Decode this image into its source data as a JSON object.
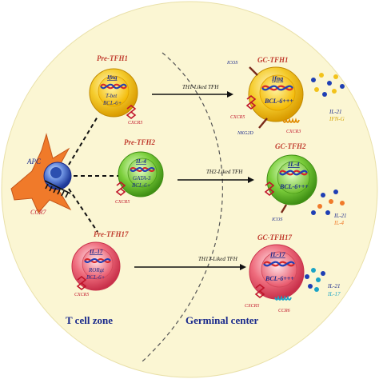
{
  "labels": {
    "apc": "APC",
    "ccr7": "CCR7",
    "t_cell_zone": "T cell zone",
    "germinal_center": "Germinal center",
    "icos": "ICOS",
    "nkg2d": "NKG2D",
    "cxcr3": "CXCR3",
    "cxcr5": "CXCR5",
    "ccr6": "CCR6"
  },
  "pre_cells": [
    {
      "name": "Pre-TFH1",
      "cytokine": "Ifng",
      "tf": "T-bet",
      "bcl": "BCL-6+",
      "color": "#f2c21a"
    },
    {
      "name": "Pre-TFH2",
      "cytokine": "IL-4",
      "tf": "GATA-3",
      "bcl": "BCL-6+",
      "color": "#7ccf3c"
    },
    {
      "name": "Pre-TFH17",
      "cytokine": "IL-17",
      "tf": "RORgt",
      "bcl": "BCL-6+",
      "color": "#e8566a"
    }
  ],
  "arrows": [
    "TH1-Liked TFH",
    "TH2-Liked TFH",
    "TH17-Liked TFH"
  ],
  "gc_cells": [
    {
      "name": "GC-TFH1",
      "cytokine": "Ifng",
      "bcl": "BCL-6+++",
      "out1": "IL-21",
      "out2": "IFN-G",
      "color": "#f2c21a"
    },
    {
      "name": "GC-TFH2",
      "cytokine": "IL-4",
      "bcl": "BCL-6+++",
      "out1": "IL-21",
      "out2": "IL-4",
      "color": "#7ccf3c"
    },
    {
      "name": "GC-TFH17",
      "cytokine": "IL-17",
      "bcl": "BCL-6+++",
      "out1": "IL-21",
      "out2": "IL-17",
      "color": "#e8566a"
    }
  ],
  "colors": {
    "zone_fill": "#fbf6d3",
    "title_red": "#c0392b",
    "text_blue": "#1a2a8c",
    "dna_red": "#d62728",
    "dna_blue": "#1f3fb4",
    "receptor_red": "#c0142a",
    "apc_orange": "#f07a2a",
    "ifng_text": "#d4a300",
    "il17_text": "#1aa3c6"
  }
}
